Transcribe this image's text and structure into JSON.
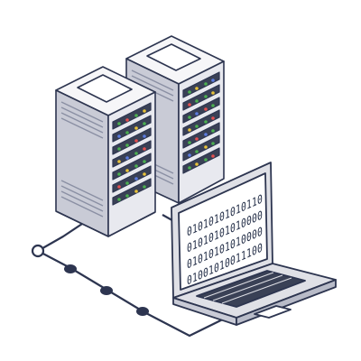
{
  "illustration": {
    "subject": "server-to-laptop-connection",
    "colors": {
      "outline": "#2d3550",
      "rack_front": "#e8e9ef",
      "rack_side": "#c9cbd6",
      "rack_top": "#f6f6f8",
      "laptop_body": "#dfe0e6",
      "laptop_keys": "#3a4156",
      "screen_bg": "#ffffff",
      "led_green": "#4caf50",
      "led_red": "#e35050",
      "led_yellow": "#e8c23a",
      "led_blue": "#5c7ce0",
      "cable": "#2d3550"
    }
  },
  "laptop_screen": {
    "lines": [
      "01010101010110",
      "01010101010000",
      "01010101010000",
      "01001010011100"
    ]
  }
}
